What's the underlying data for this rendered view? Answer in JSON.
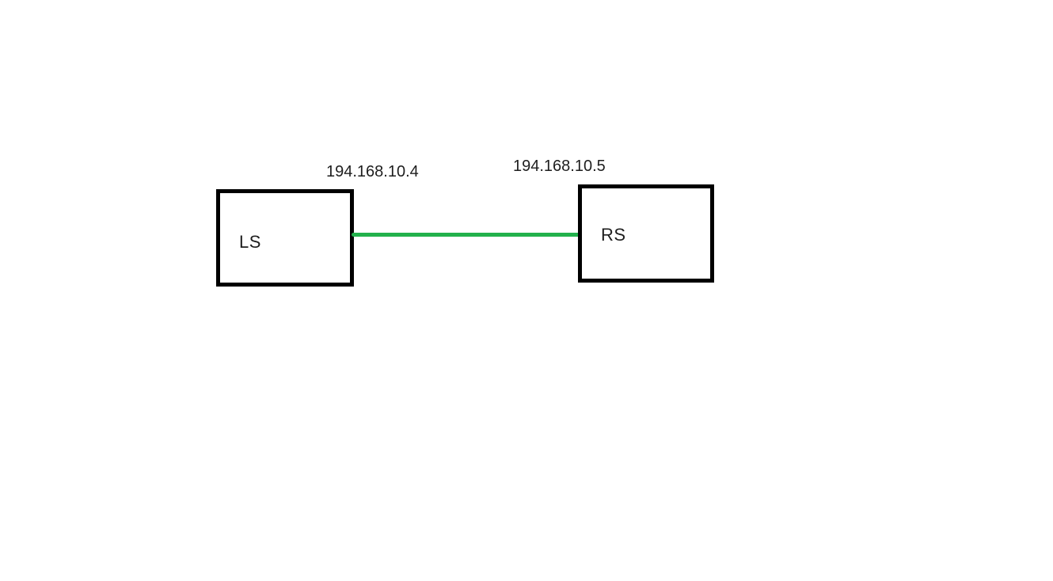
{
  "nodes": [
    {
      "label": "LS",
      "ip": "194.168.10.4"
    },
    {
      "label": "RS",
      "ip": "194.168.10.5"
    }
  ],
  "link": {
    "from": "LS",
    "to": "RS",
    "color": "#22B14C"
  },
  "colors": {
    "background": "#ffffff",
    "box_border": "#000000",
    "text": "#1e1e1e"
  }
}
